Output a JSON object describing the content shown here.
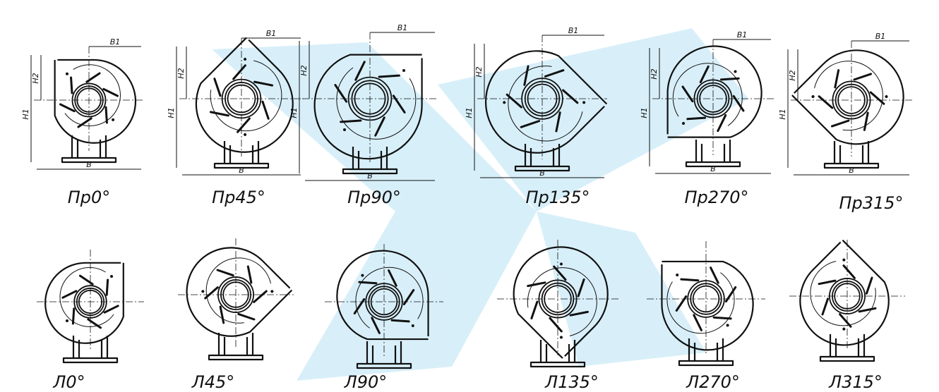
{
  "colors": {
    "line": "#111111",
    "watermark": "#29a8e0"
  },
  "watermark": {
    "icon": "logo-watermark-icon"
  },
  "dimension_labels": {
    "width": "B",
    "outlet_width": "B1",
    "height": "H1",
    "outlet_height": "H2"
  },
  "fans": {
    "pr0": {
      "label": "Пр0°"
    },
    "pr45": {
      "label": "Пр45°"
    },
    "pr90": {
      "label": "Пр90°"
    },
    "pr135": {
      "label": "Пр135°"
    },
    "pr270": {
      "label": "Пр270°"
    },
    "pr315": {
      "label": "Пр315°"
    },
    "l0": {
      "label": "Л0°"
    },
    "l45": {
      "label": "Л45°"
    },
    "l90": {
      "label": "Л90°"
    },
    "l135": {
      "label": "Л135°"
    },
    "l270": {
      "label": "Л270°"
    },
    "l315": {
      "label": "Л315°"
    }
  }
}
